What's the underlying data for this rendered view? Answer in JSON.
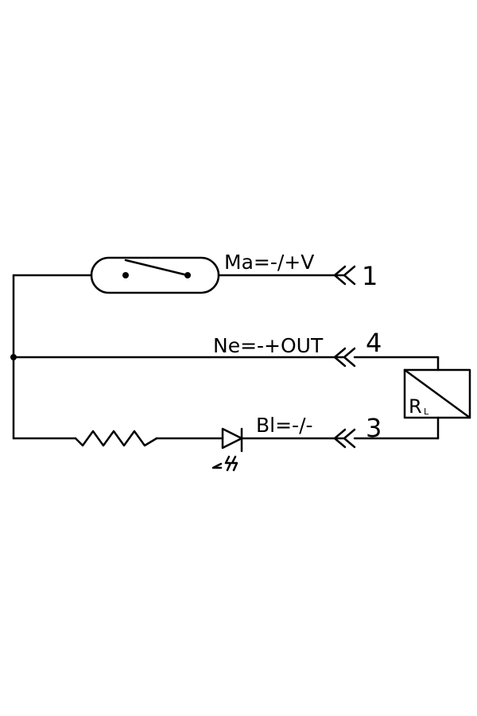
{
  "wires": {
    "brown": {
      "label": "Ma=-/+V",
      "pin": "1"
    },
    "black": {
      "label": "Ne=-+OUT",
      "pin": "4"
    },
    "blue": {
      "label": "Bl=-/-",
      "pin": "3"
    }
  },
  "load": {
    "label": "R",
    "subscript": "L"
  },
  "icons": {
    "reed_switch": "reed-switch-icon",
    "resistor": "resistor-icon",
    "led": "led-icon",
    "connector": "connector-arrow-icon",
    "load": "load-resistor-icon"
  }
}
